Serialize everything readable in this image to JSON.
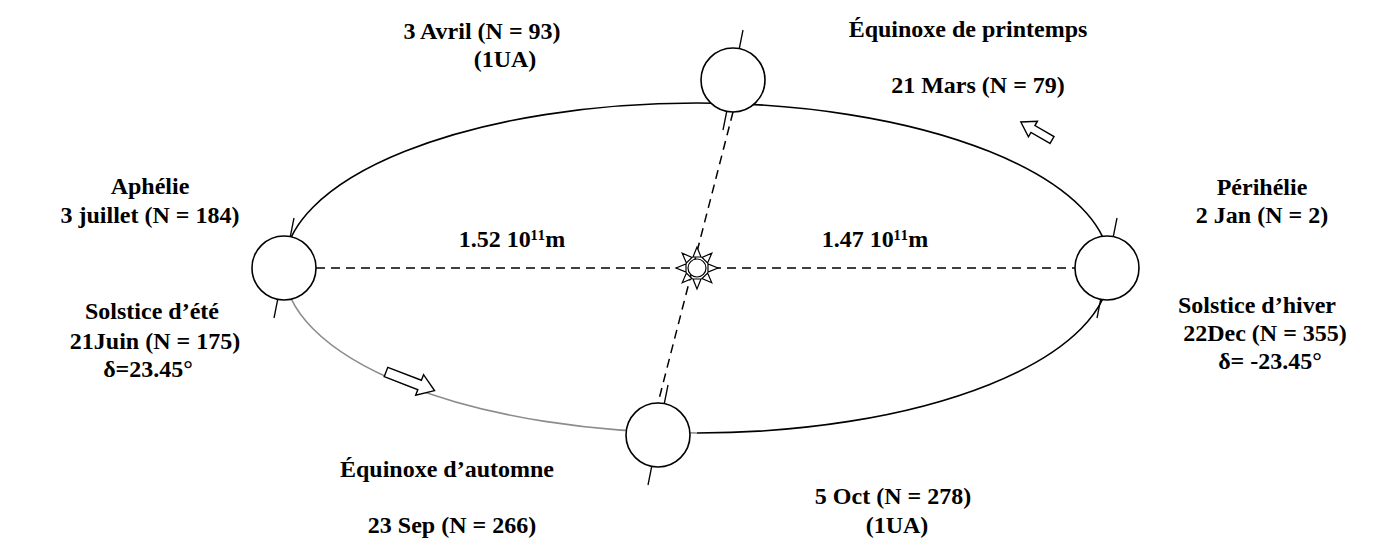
{
  "diagram": {
    "labels": [
      "3 Avril (N = 93)",
      "(1UA)",
      "Équinoxe de printemps",
      "21 Mars (N = 79)",
      "Aphélie",
      "3 juillet (N = 184)",
      "1.52 10¹¹m",
      "1.47 10¹¹m",
      "Périhélie",
      "2 Jan (N = 2)",
      "Solstice d’été",
      "21Juin (N = 175)",
      "δ=23.45°",
      "Solstice d’hiver",
      "22Dec (N = 355)",
      "δ= -23.45°",
      "Équinoxe d’automne",
      "5 Oct (N = 278)",
      "23 Sep (N = 266)",
      "(1UA)"
    ]
  }
}
